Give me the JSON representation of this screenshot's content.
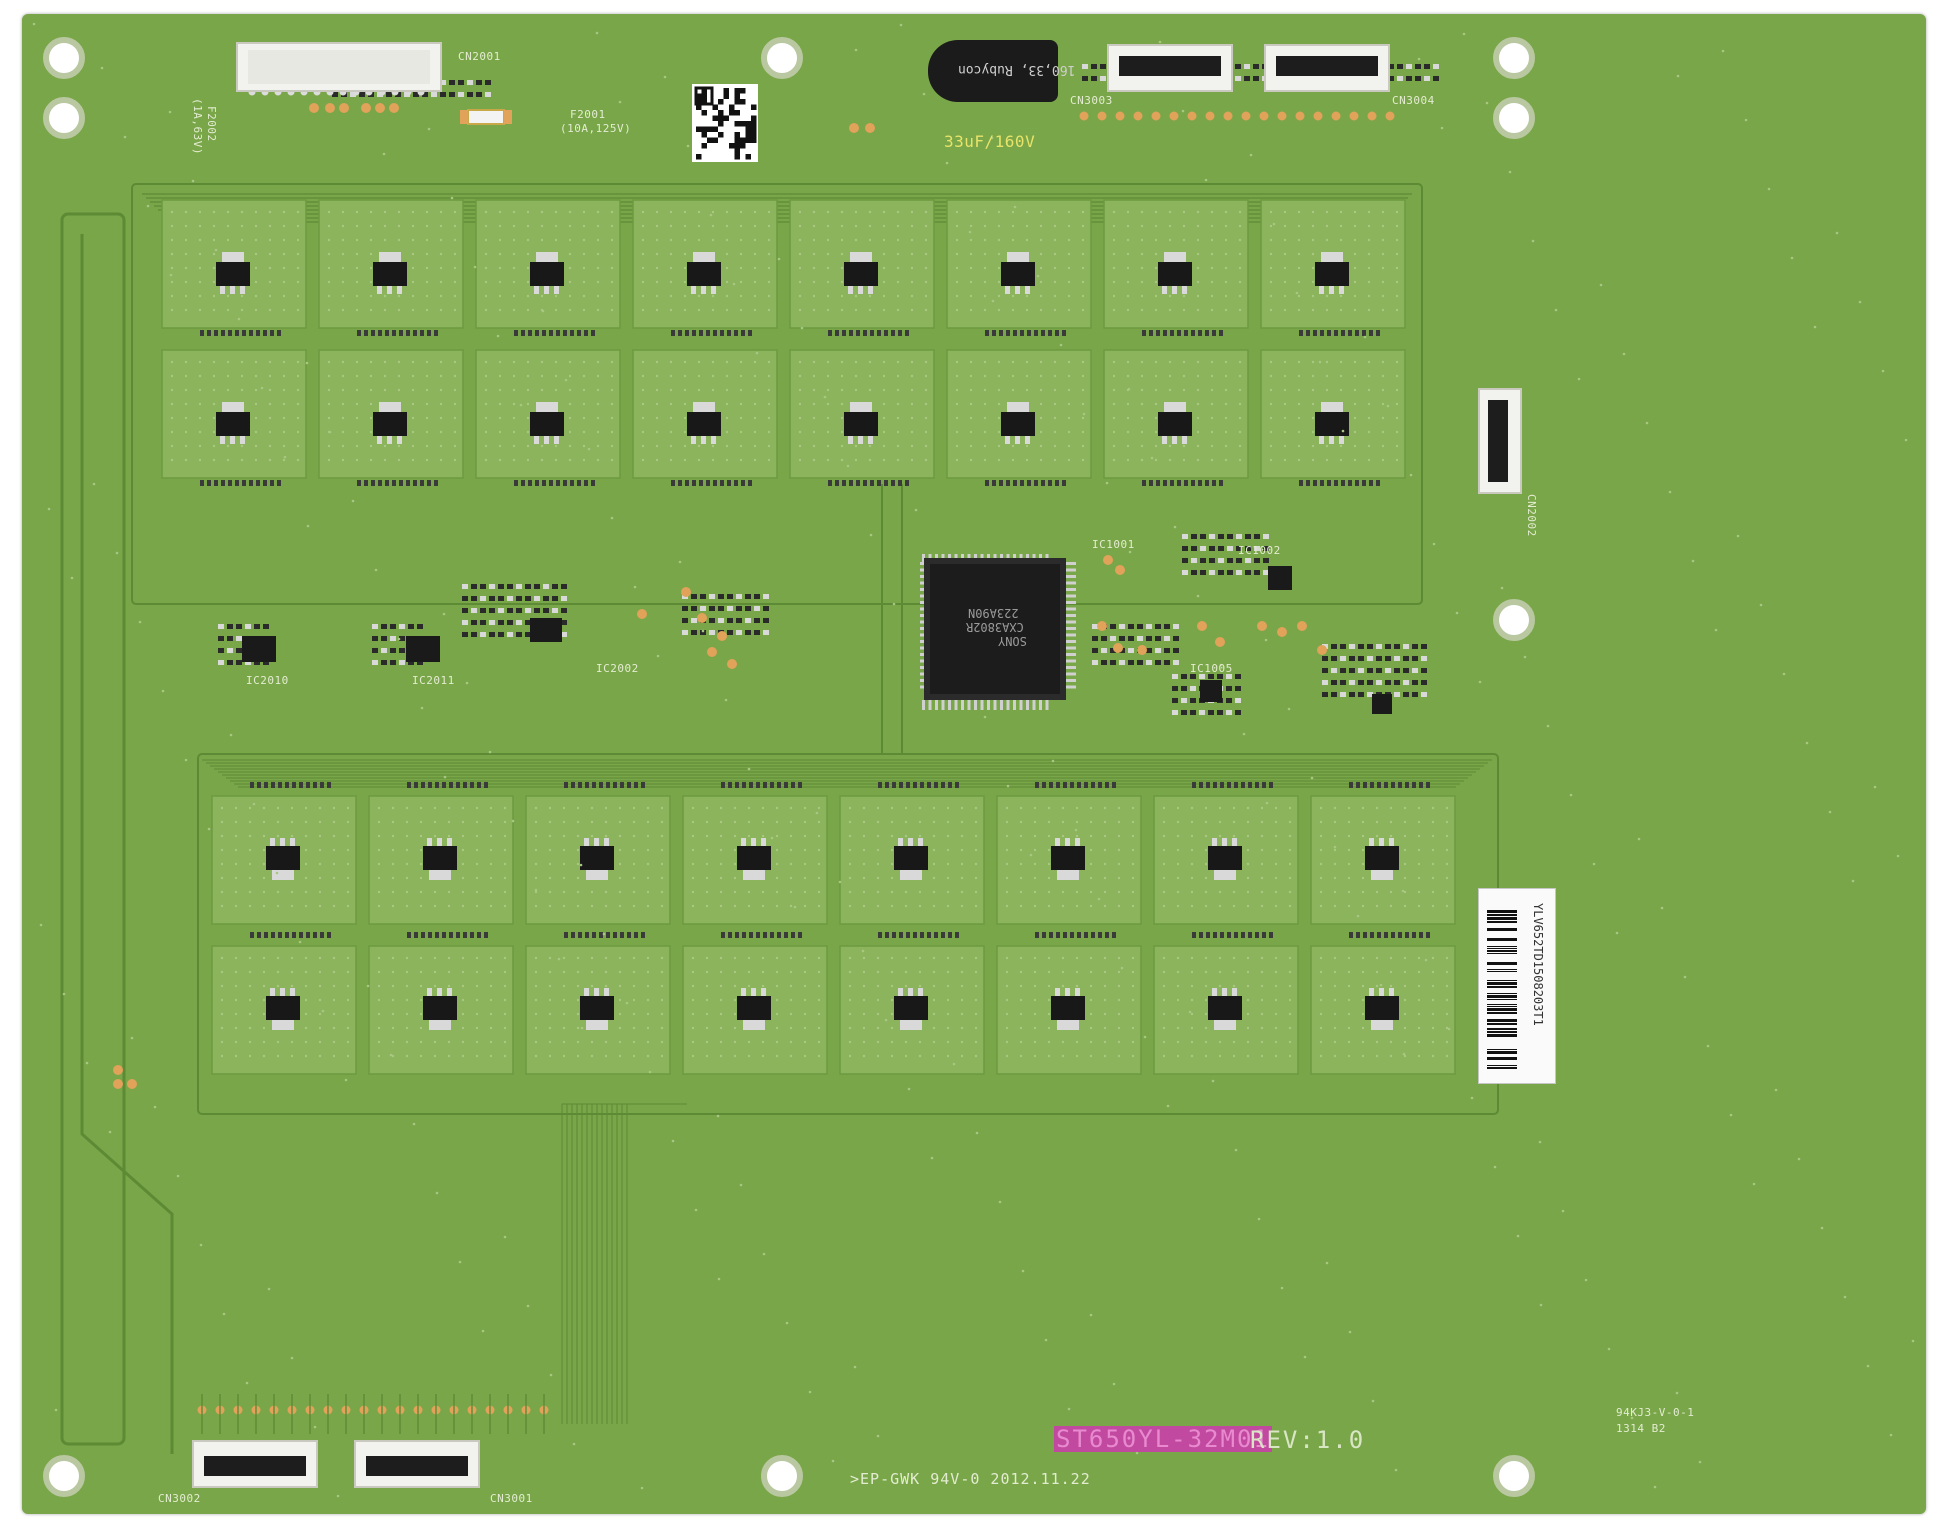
{
  "board": {
    "model": "ST650YL-32M01",
    "revision": "REV:1.0",
    "footer_marks": ">EP-GWK  94V-0  2012.11.22",
    "corner_code": "94KJ3-V-0-1",
    "corner_code_2": "1314      B2",
    "chip": {
      "brand": "SONY",
      "part": "CXA3802R",
      "lot": "223A90N"
    },
    "capacitor": {
      "rating_silk": "33uF/160V",
      "print": "160,33, Rubycon"
    },
    "serial_label": "YLV652TD1508203T1"
  },
  "connectors": {
    "cn2001": "CN2001",
    "cn3003": "CN3003",
    "cn3004": "CN3004",
    "cn3002": "CN3002",
    "cn3001": "CN3001",
    "cn2002": "CN2002"
  },
  "components": {
    "f2001": "F2001",
    "f2001_rating": "(10A,125V)",
    "f2002": "F2002",
    "f2002_rating": "(1A,63V)",
    "ic1001": "IC1001",
    "ic1002": "IC1002",
    "ic1005": "IC1005",
    "ic2002": "IC2002",
    "ic2010": "IC2010",
    "ic2011": "IC2011"
  },
  "colors": {
    "board_green": "#79a648",
    "pad_copper": "#e1a25a",
    "silkscreen": "#e3ecd1",
    "model_highlight": "#c14aa0"
  }
}
